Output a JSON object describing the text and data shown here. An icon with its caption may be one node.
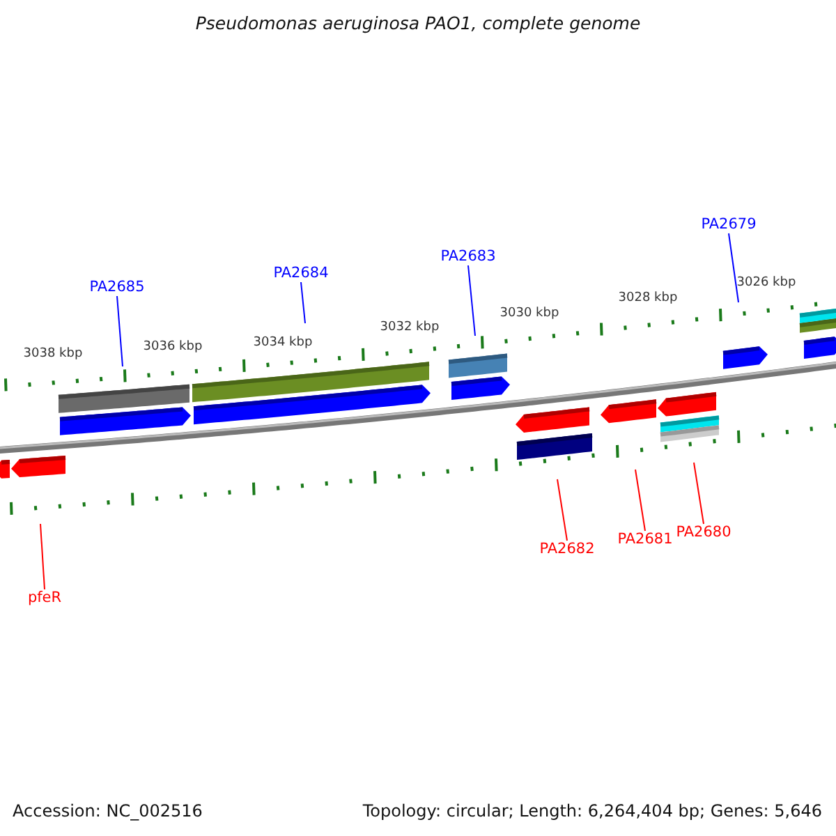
{
  "diagram": {
    "title": "Pseudomonas aeruginosa PAO1, complete genome",
    "nodes": [
      {
        "text": [
          "PA2679"
        ]
      },
      {
        "text": [
          "PA2683"
        ]
      },
      {
        "text": [
          "PA2684"
        ]
      },
      {
        "text": [
          "PA2685"
        ]
      },
      {
        "text": [
          "PA2680"
        ]
      },
      {
        "text": [
          "PA2681"
        ]
      },
      {
        "text": [
          "PA2682"
        ]
      },
      {
        "text": [
          "pfeR"
        ]
      }
    ],
    "edges": [
      {
        "from": 0,
        "to": null,
        "arrow": "none"
      },
      {
        "from": 1,
        "to": null,
        "arrow": "none"
      },
      {
        "from": 2,
        "to": null,
        "arrow": "none"
      },
      {
        "from": 3,
        "to": null,
        "arrow": "none"
      },
      {
        "from": 4,
        "to": null,
        "arrow": "none",
        "color": "#ff0000"
      },
      {
        "from": 5,
        "to": null,
        "arrow": "none",
        "color": "#ff0000"
      },
      {
        "from": 6,
        "to": null,
        "arrow": "none",
        "color": "#ff0000"
      },
      {
        "from": 7,
        "to": null,
        "arrow": "none",
        "color": "#ff0000"
      }
    ],
    "labels": [
      "3026 kbp",
      "3028 kbp",
      "3030 kbp",
      "3032 kbp",
      "3034 kbp",
      "3036 kbp",
      "3038 kbp",
      "Accession: NC_002516",
      "Topology: circular; Length: 6,264,404 bp; Genes: 5,646"
    ]
  }
}
